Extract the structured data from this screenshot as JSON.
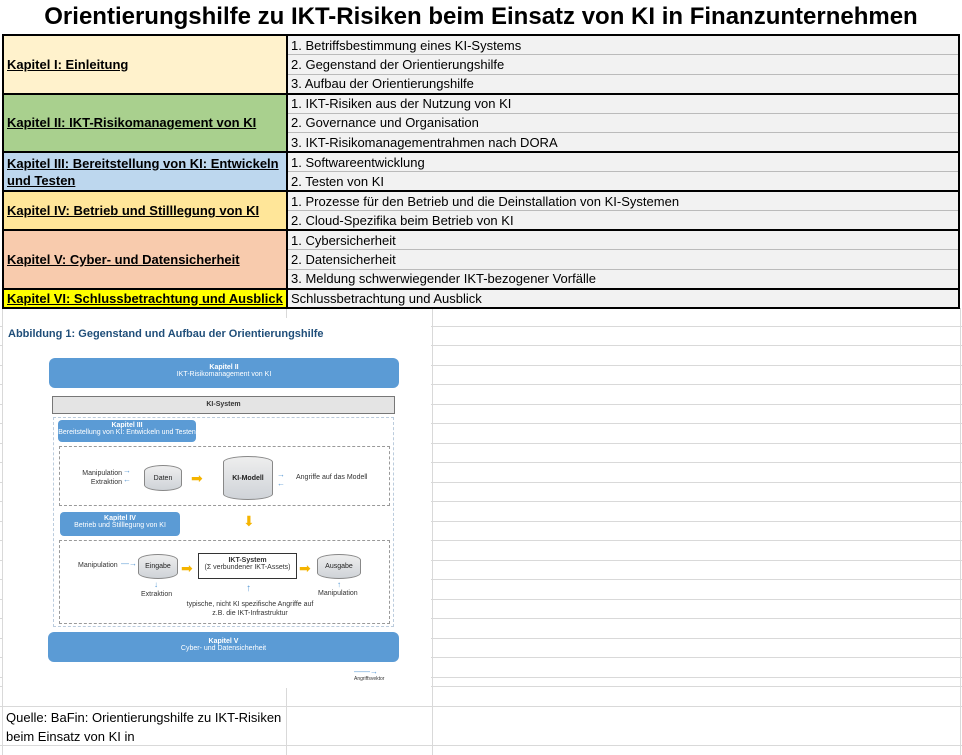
{
  "title": "Orientierungshilfe zu IKT-Risiken beim Einsatz von KI in Finanzunternehmen",
  "chapters": [
    {
      "label": "Kapitel I: Einleitung",
      "color": "#FFF2CC",
      "items": [
        "1. Betriffsbestimmung eines KI-Systems",
        "2. Gegenstand der Orientierungshilfe",
        "3. Aufbau der Orientierungshilfe"
      ]
    },
    {
      "label": "Kapitel II: IKT-Risikomanagement von KI",
      "color": "#A9D08E",
      "items": [
        "1. IKT-Risiken aus der Nutzung von KI",
        "2. Governance und Organisation",
        "3. IKT-Risikomanagementrahmen nach DORA"
      ]
    },
    {
      "label": "Kapitel III: Bereitstellung von KI: Entwickeln und Testen",
      "color": "#BDD7EE",
      "items": [
        "1. Softwareentwicklung",
        "2. Testen von KI"
      ]
    },
    {
      "label": "Kapitel IV: Betrieb und Stilllegung von KI",
      "color": "#FFE699",
      "items": [
        "1. Prozesse für den Betrieb und die Deinstallation von KI-Systemen",
        "2. Cloud-Spezifika beim Betrieb von KI"
      ]
    },
    {
      "label": "Kapitel V: Cyber- und Datensicherheit",
      "color": "#F8CBAD",
      "items": [
        "1. Cybersicherheit",
        "2. Datensicherheit",
        "3. Meldung schwerwiegender IKT-bezogener Vorfälle"
      ]
    },
    {
      "label": "Kapitel VI: Schlussbetrachtung und Ausblick",
      "color": "#FFFF00",
      "items": [
        "Schlussbetrachtung und Ausblick"
      ]
    }
  ],
  "figure": {
    "title": "Abbildung 1: Gegenstand und Aufbau der Orientierungshilfe",
    "k2_title": "Kapitel II",
    "k2_sub": "IKT-Risikomanagement von KI",
    "ki_system": "KI-System",
    "k3_title": "Kapitel III",
    "k3_sub": "Bereitstellung von KI: Entwickeln und Testen",
    "manipulation": "Manipulation",
    "extraktion": "Extraktion",
    "daten": "Daten",
    "ki_modell": "KI-Modell",
    "angriffe_modell": "Angriffe auf das Modell",
    "k4_title": "Kapitel IV",
    "k4_sub": "Betrieb und Stilllegung von KI",
    "eingabe": "Eingabe",
    "ikt_system": "IKT-System",
    "ikt_assets": "(Σ verbundener IKT-Assets)",
    "ausgabe": "Ausgabe",
    "typische": "typische, nicht KI spezifische Angriffe auf",
    "infra": "z.B. die IKT-Infrastruktur",
    "k5_title": "Kapitel V",
    "k5_sub": "Cyber- und Datensicherheit",
    "legend": "Angriffsvektor"
  },
  "source": "Quelle: BaFin: Orientierungshilfe zu IKT-Risiken beim Einsatz von KI in"
}
